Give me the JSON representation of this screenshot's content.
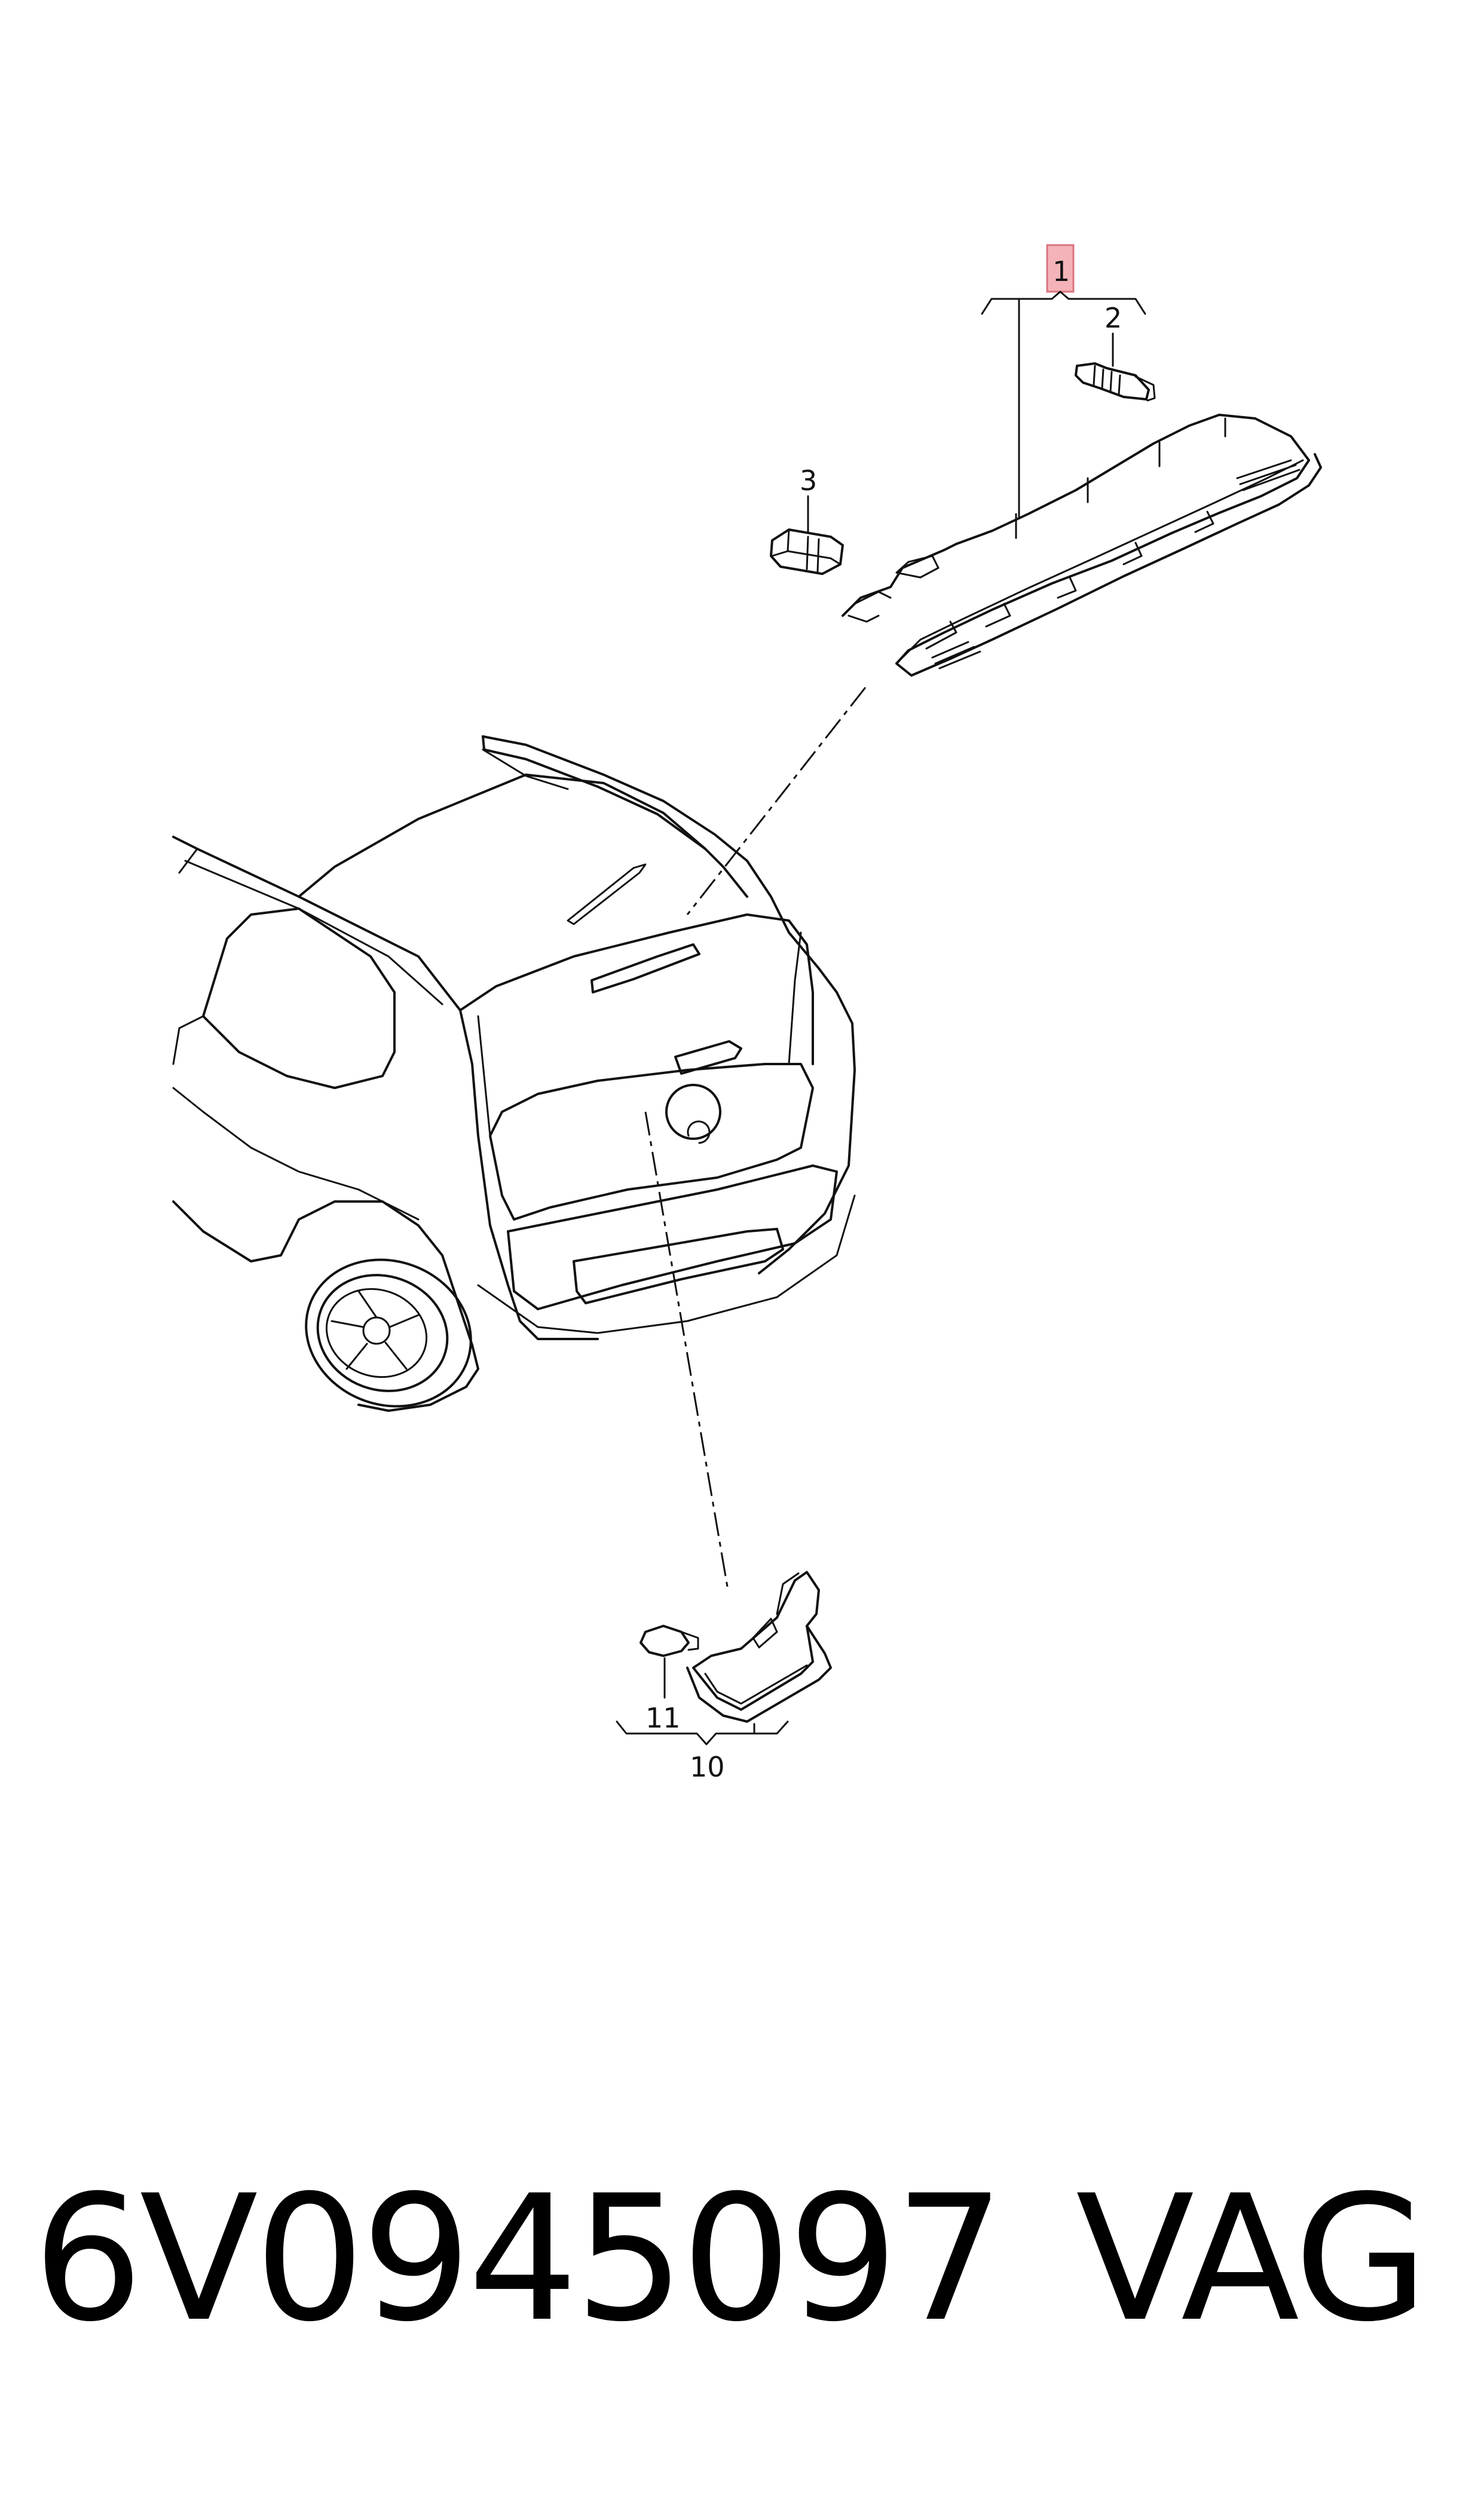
{
  "callouts": {
    "c1": "1",
    "c2": "2",
    "c3": "3",
    "c10": "10",
    "c11": "11"
  },
  "highlight_color": "#f4b3b8",
  "footer": {
    "part_number": "6V0945097",
    "brand": "VAG"
  }
}
